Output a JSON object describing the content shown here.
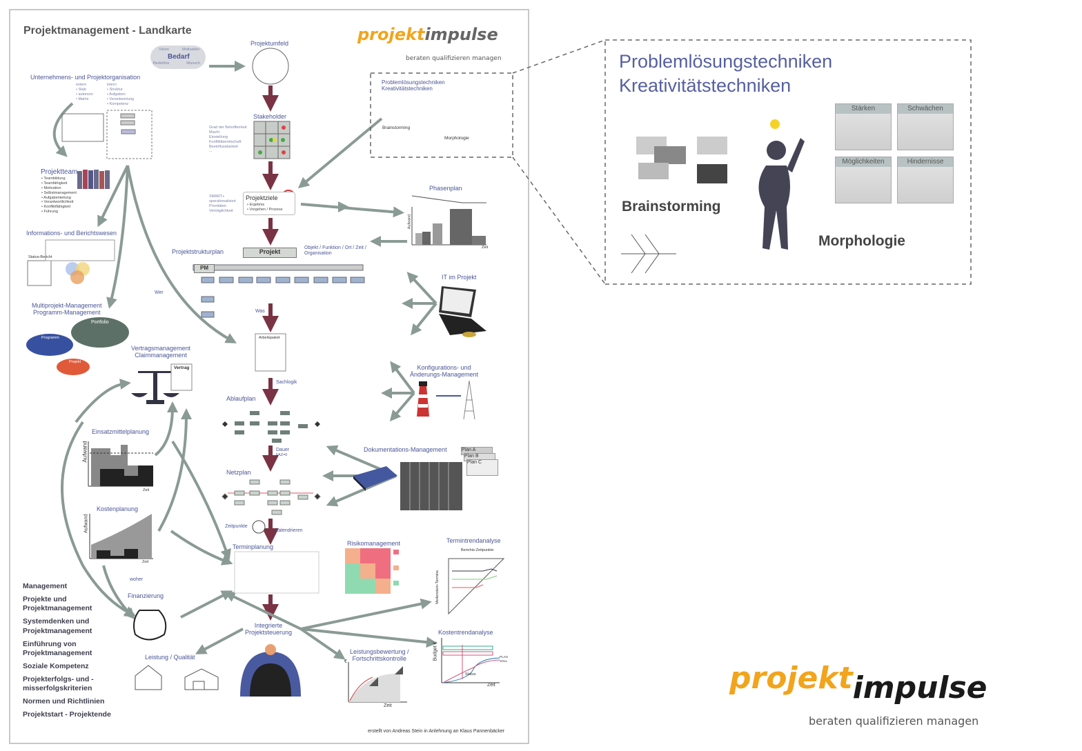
{
  "poster": {
    "title": "Projektmanagement - Landkarte",
    "logo_small": {
      "part1": "projekt",
      "part2": "impulse",
      "tagline": "beraten qualifizieren managen"
    },
    "bedarf": {
      "center": "Bedarf",
      "words": [
        "Vision",
        "Motivation",
        "Bedürfnis",
        "Wunsch"
      ]
    },
    "projektumfeld": "Projektumfeld",
    "organisation": {
      "title": "Unternehmens- und Projektorganisation",
      "extern_label": "extern",
      "extern": [
        "Stab",
        "autonom",
        "Matrix"
      ],
      "intern_label": "intern",
      "intern": [
        "Struktur",
        "Aufgaben",
        "Verantwortung",
        "Kompetenz"
      ]
    },
    "stakeholder": {
      "title": "Stakeholder",
      "criteria": [
        "Grad der Betroffenheit",
        "Macht",
        "Einstellung",
        "Konfliktbereitschaft",
        "Beeinflussbarkeit",
        "..."
      ]
    },
    "problem_small": {
      "line1": "Problemlösungstechniken",
      "line2": "Kreativitätstechniken",
      "brainstorming": "Brainstorming",
      "morphologie": "Morphologie"
    },
    "projektteam": {
      "title": "Projektteam",
      "items": [
        "Teambildung",
        "Teamfähigkeit",
        "Motivation",
        "Selbstmanagement",
        "Aufgabenteilung",
        "Verantwortlichkeit",
        "Konfliktfähigkeit",
        "Führung"
      ]
    },
    "projektziele": {
      "title": "Projektziele",
      "items": [
        "Ergebnis",
        "Vorgehen / Prozess"
      ],
      "criteria": [
        "SMART+",
        "operationalisiert",
        "Prioritäten",
        "Verträglichkeit"
      ]
    },
    "phasenplan": {
      "title": "Phasenplan",
      "ylabel": "Aufwand",
      "xlabel": "Zeit"
    },
    "informationswesen": {
      "title": "Informations- und Berichtswesen",
      "status": "Status-Bericht"
    },
    "psp": {
      "title": "Projektstrukturplan",
      "root": "Projekt",
      "pm": "PM",
      "criteria": "Objekt / Funktion / Ort / Zeit / Organisation"
    },
    "it": "IT im Projekt",
    "multiprojekt": {
      "line1": "Multiprojekt-Management",
      "line2": "Programm-Management",
      "portfolio": "Portfolio",
      "programm": "Programm",
      "projekt": "Projekt"
    },
    "wer": "Wer",
    "was": "Was",
    "arbeitspaket": "Arbeitspaket",
    "vertrag": {
      "line1": "Vertragsmanagement",
      "line2": "Claimmanagement",
      "doc": "Vertrag"
    },
    "konfiguration": {
      "line1": "Konfigurations- und",
      "line2": "Änderungs-Management"
    },
    "sachlogik": "Sachlogik",
    "ablaufplan": "Ablaufplan",
    "einsatzmittel": {
      "title": "Einsatzmittelplanung",
      "ylabel": "Aufwand",
      "xlabel": "Zeit"
    },
    "dokumentation": {
      "title": "Dokumentations-Management",
      "plans": [
        "Plan A",
        "Plan B",
        "Plan C"
      ]
    },
    "dauer": {
      "label": "Dauer",
      "sub": "FAZ=0"
    },
    "netzplan": "Netzplan",
    "kostenplanung": {
      "title": "Kostenplanung",
      "ylabel": "Aufwand",
      "xlabel": "Zeit"
    },
    "zeitpunkte": "Zeitpunkte",
    "kalendrieren": "kalendrieren",
    "risiko": "Risikomanagement",
    "termintrend": {
      "title": "Termintrendanalyse",
      "xlabel": "Berichts-Zeitpunkte",
      "ylabel": "Meilenstein-Termine"
    },
    "terminplanung": "Terminplanung",
    "woher": "woher",
    "finanzierung": "Finanzierung",
    "topics": [
      "Management",
      "Projekte und Projektmanagement",
      "Systemdenken und Projektmanagement",
      "Einführung von Projektmanagement",
      "Soziale Kompetenz",
      "Projekterfolgs- und -misserfolgskriterien",
      "Normen und Richtlinien",
      "Projektstart - Projektende"
    ],
    "steuerung": {
      "line1": "Integrierte",
      "line2": "Projektsteuerung"
    },
    "kostentrend": {
      "title": "Kostentrendanalyse",
      "ylabel": "Budget €",
      "xlabel": "Zeit",
      "status": "Status",
      "plan": "PLAN",
      "soll": "SOLL"
    },
    "leistungsbewertung": {
      "line1": "Leistungsbewertung /",
      "line2": "Fortschrittskontrolle",
      "ylabel": "€",
      "xlabel": "Zeit"
    },
    "leistung_qualitaet": "Leistung / Qualität",
    "credit": "erstellt von Andreas Stein in Anlehnung an Klaus Pannenbäcker"
  },
  "detail": {
    "line1": "Problemlösungstechniken",
    "line2": "Kreativitätstechniken",
    "brainstorming": "Brainstorming",
    "morphologie": "Morphologie",
    "swot": [
      "Stärken",
      "Schwächen",
      "Möglichkeiten",
      "Hindernisse"
    ]
  },
  "logo_large": {
    "part1": "projekt",
    "part2": "impulse",
    "tagline": "beraten qualifizieren managen"
  },
  "colors": {
    "label": "#4a5596",
    "flow_arrow": "#7a3344",
    "link_arrow": "#8a9a94",
    "logo_orange": "#f2a41c"
  }
}
